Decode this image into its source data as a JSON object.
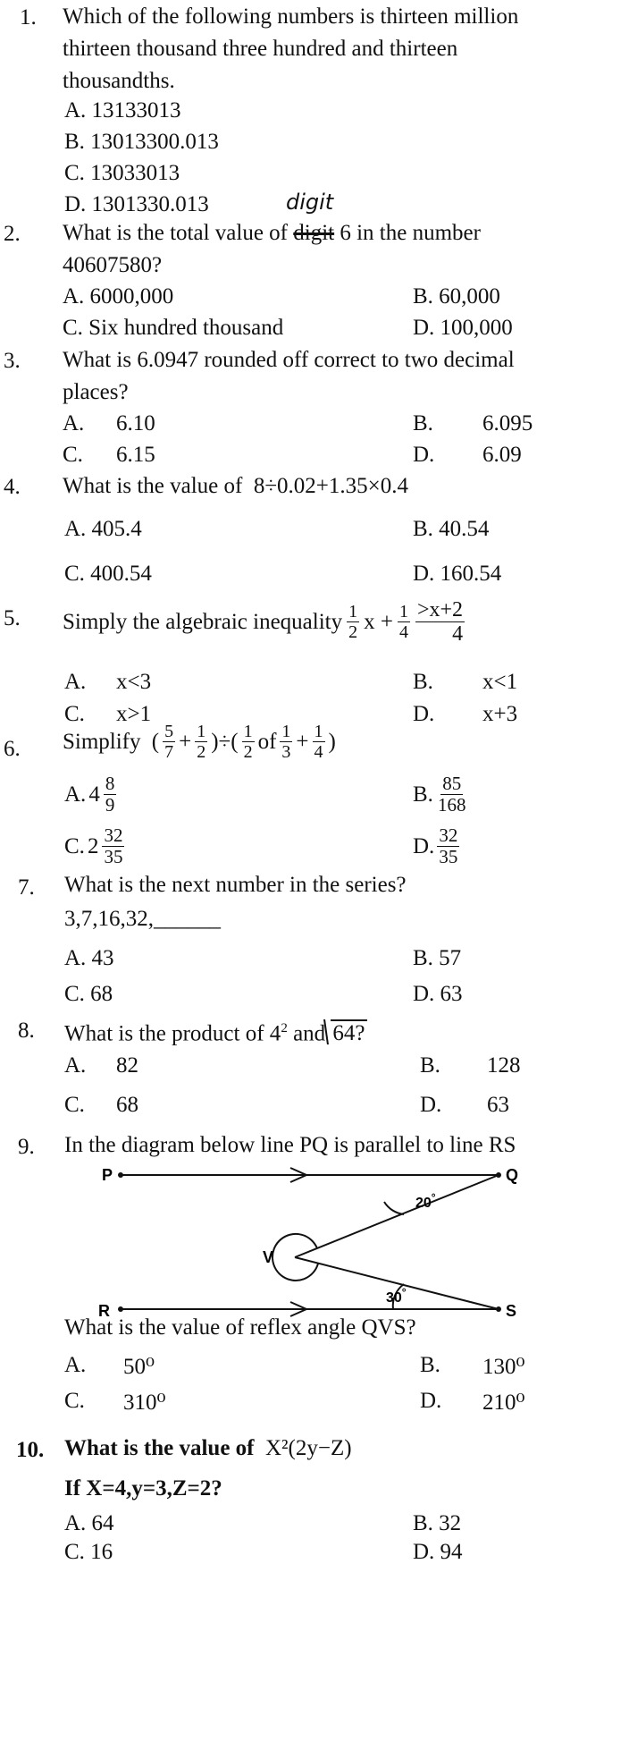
{
  "q1": {
    "num": "1.",
    "stem_l1": "Which of the following numbers is thirteen million",
    "stem_l2": "thirteen thousand three hundred and thirteen",
    "stem_l3": "thousandths.",
    "a": "A. 13133013",
    "b": "B. 13013300.013",
    "c": "C. 13033013",
    "d": "D. 1301330.013"
  },
  "q2": {
    "num": "2.",
    "stem_pre": "What is the total value of ",
    "struck": "digit",
    "handwritten": "digit",
    "stem_post": " 6 in the number",
    "stem_l2": "40607580?",
    "a": "A. 6000,000",
    "b": "B. 60,000",
    "c": "C. Six hundred thousand",
    "d": "D. 100,000"
  },
  "q3": {
    "num": "3.",
    "stem_l1": "What is 6.0947 rounded off correct to two decimal",
    "stem_l2": "places?",
    "a_letter": "A.",
    "a": "6.10",
    "b_letter": "B.",
    "b": "6.095",
    "c_letter": "C.",
    "c": "6.15",
    "d_letter": "D.",
    "d": "6.09"
  },
  "q4": {
    "num": "4.",
    "stem": "What is the value of",
    "expr": "8÷0.02+1.35×0.4",
    "a": "A. 405.4",
    "b": "B. 40.54",
    "c": "C. 400.54",
    "d": "D. 160.54"
  },
  "q5": {
    "num": "5.",
    "stem": "Simply the algebraic inequality",
    "f1n": "1",
    "f1d": "2",
    "x1": "x +",
    "f2n": "1",
    "f2d": "4",
    "f3n": ">x+2",
    "f3d": "4",
    "a_letter": "A.",
    "a": "x<3",
    "b_letter": "B.",
    "b": "x<1",
    "c_letter": "C.",
    "c": "x>1",
    "d_letter": "D.",
    "d": "x+3"
  },
  "q6": {
    "num": "6.",
    "stem": "Simplify",
    "p1": "(",
    "f1n": "5",
    "f1d": "7",
    "plus1": "+",
    "f2n": "1",
    "f2d": "2",
    "p2": ")÷(",
    "f3n": "1",
    "f3d": "2",
    "of": "of",
    "f4n": "1",
    "f4d": "3",
    "plus2": "+",
    "f5n": "1",
    "f5d": "4",
    "p3": ")",
    "a_letter": "A.",
    "a_whole": "4",
    "a_n": "8",
    "a_d": "9",
    "b_letter": "B.",
    "b_n": "85",
    "b_d": "168",
    "c_letter": "C.",
    "c_whole": "2",
    "c_n": "32",
    "c_d": "35",
    "d_letter": "D.",
    "d_n": "32",
    "d_d": "35"
  },
  "q7": {
    "num": "7.",
    "stem": "What is the next number in the series?",
    "series": "3,7,16,32,",
    "blank": "______",
    "a": "A. 43",
    "b": "B. 57",
    "c": "C. 68",
    "d": "D. 63"
  },
  "q8": {
    "num": "8.",
    "stem_pre": "What is the product of 4",
    "sup": "2",
    "stem_mid": " and",
    "radicand": "64?",
    "a_letter": "A.",
    "a": "82",
    "b_letter": "B.",
    "b": "128",
    "c_letter": "C.",
    "c": "68",
    "d_letter": "D.",
    "d": "63"
  },
  "q9": {
    "num": "9.",
    "stem": "In the diagram below line PQ is parallel to line RS",
    "label_p": "P",
    "label_q": "Q",
    "label_r": "R",
    "label_s": "S",
    "label_v": "V",
    "angle_top": "20",
    "angle_bottom": "30",
    "deg": "°",
    "question": "What is the value of reflex angle QVS?",
    "a_letter": "A.",
    "a": "50⁰",
    "b_letter": "B.",
    "b": "130⁰",
    "c_letter": "C.",
    "c": "310⁰",
    "d_letter": "D.",
    "d": "210⁰"
  },
  "q10": {
    "num": "10.",
    "stem_pre": "What is the value of",
    "expr": "X²(2y−Z)",
    "stem_l2": "If X=4,y=3,Z=2?",
    "a": "A. 64",
    "b": "B. 32",
    "c": "C. 16",
    "d": "D. 94"
  }
}
